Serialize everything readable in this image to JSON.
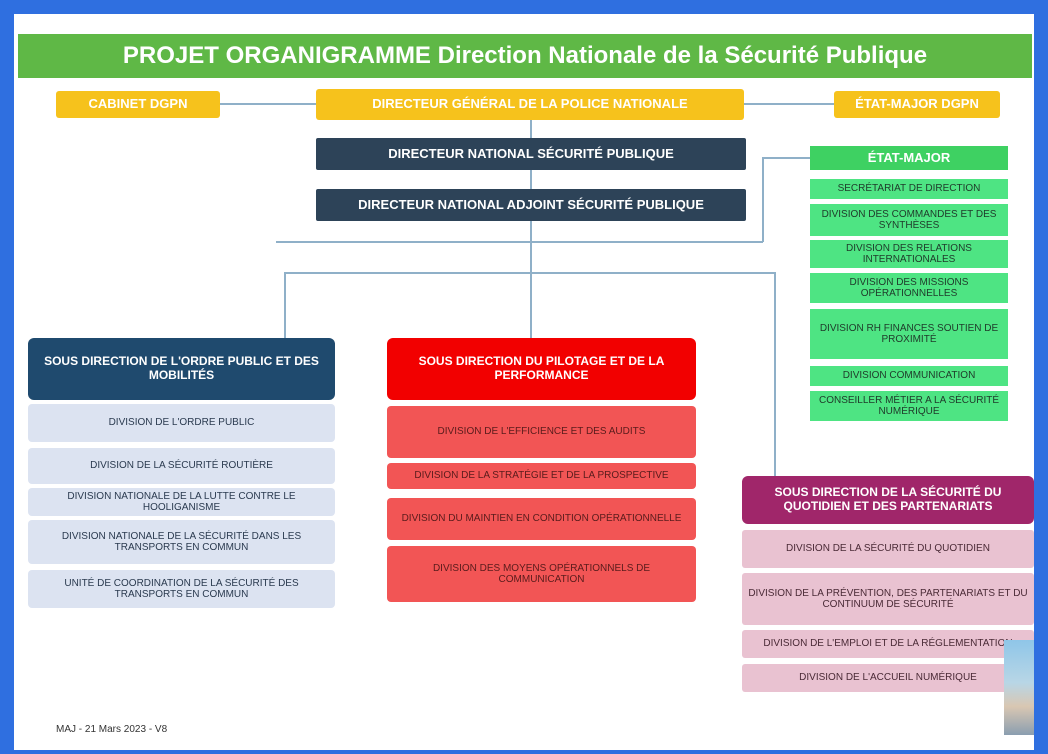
{
  "title": "PROJET ORGANIGRAMME Direction Nationale de la Sécurité Publique",
  "top": {
    "cabinet": "CABINET DGPN",
    "directeur_general": "DIRECTEUR GÉNÉRAL DE LA POLICE NATIONALE",
    "etat_major_dgpn": "ÉTAT-MAJOR DGPN"
  },
  "directeurs": {
    "national": "DIRECTEUR NATIONAL SÉCURITÉ PUBLIQUE",
    "adjoint": "DIRECTEUR NATIONAL ADJOINT SÉCURITÉ PUBLIQUE"
  },
  "etat_major": {
    "title": "ÉTAT-MAJOR",
    "items": [
      "SECRÉTARIAT DE DIRECTION",
      "DIVISION DES COMMANDES ET DES SYNTHÈSES",
      "DIVISION DES RELATIONS INTERNATIONALES",
      "DIVISION DES MISSIONS OPÉRATIONNELLES",
      "DIVISION RH FINANCES SOUTIEN DE PROXIMITÉ",
      "DIVISION COMMUNICATION",
      "CONSEILLER MÉTIER A LA SÉCURITÉ NUMÉRIQUE"
    ]
  },
  "ordre_public": {
    "title": "SOUS DIRECTION DE L'ORDRE PUBLIC ET DES MOBILITÉS",
    "items": [
      "DIVISION DE L'ORDRE PUBLIC",
      "DIVISION DE LA SÉCURITÉ ROUTIÈRE",
      "DIVISION NATIONALE DE LA LUTTE CONTRE LE HOOLIGANISME",
      "DIVISION NATIONALE DE LA SÉCURITÉ DANS LES TRANSPORTS EN COMMUN",
      "UNITÉ DE COORDINATION DE LA SÉCURITÉ DES TRANSPORTS EN COMMUN"
    ]
  },
  "pilotage": {
    "title": "SOUS DIRECTION DU PILOTAGE ET DE LA PERFORMANCE",
    "items": [
      "DIVISION DE L'EFFICIENCE ET DES AUDITS",
      "DIVISION DE LA STRATÉGIE ET DE LA PROSPECTIVE",
      "DIVISION DU MAINTIEN EN CONDITION OPÉRATIONNELLE",
      "DIVISION DES MOYENS OPÉRATIONNELS DE COMMUNICATION"
    ]
  },
  "quotidien": {
    "title": "SOUS DIRECTION DE LA SÉCURITÉ DU QUOTIDIEN ET DES PARTENARIATS",
    "items": [
      "DIVISION DE LA SÉCURITÉ DU QUOTIDIEN",
      "DIVISION DE LA PRÉVENTION, DES PARTENARIATS ET DU CONTINUUM DE SÉCURITÉ",
      "DIVISION DE L'EMPLOI ET DE LA RÉGLEMENTATION",
      "DIVISION DE L'ACCUEIL NUMÉRIQUE"
    ]
  },
  "footer": "MAJ - 21 Mars 2023 - V8"
}
